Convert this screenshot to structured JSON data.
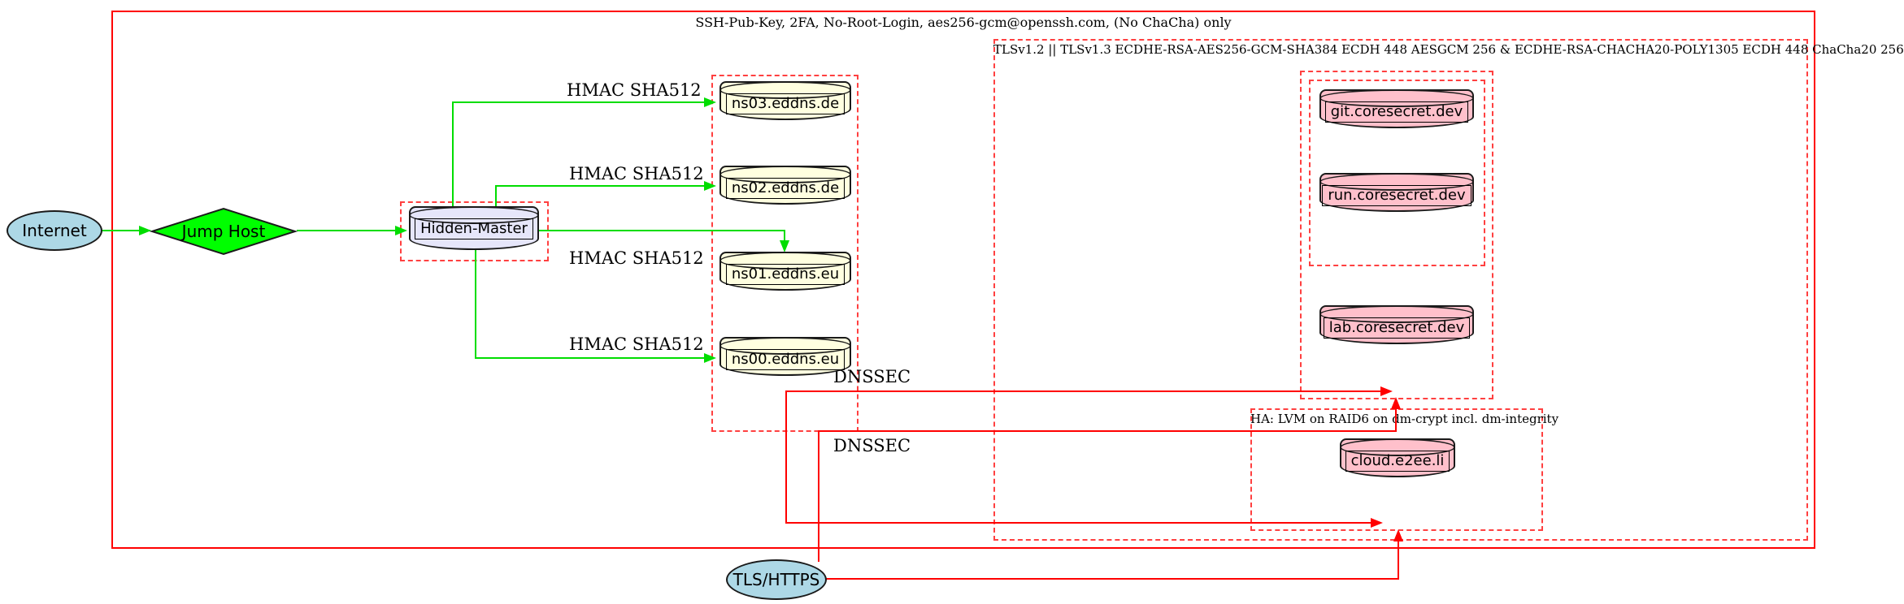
{
  "diagram": {
    "clusters": {
      "ssh": {
        "label": "SSH-Pub-Key, 2FA, No-Root-Login, aes256-gcm@openssh.com, (No ChaCha) only"
      },
      "tls": {
        "label": "TLSv1.2 || TLSv1.3 ECDHE-RSA-AES256-GCM-SHA384 ECDH 448 AESGCM 256 & ECDHE-RSA-CHACHA20-POLY1305 ECDH 448 ChaCha20 256"
      },
      "ha": {
        "label": "HA: LVM on RAID6 on dm-crypt incl. dm-integrity"
      }
    },
    "nodes": {
      "internet": {
        "label": "Internet",
        "fill": "#add8e6"
      },
      "jump_host": {
        "label": "Jump Host",
        "fill": "#00ff00"
      },
      "hidden_master": {
        "label": "Hidden-Master",
        "fill": "#e6e6fa"
      },
      "ns03": {
        "label": "ns03.eddns.de",
        "fill": "#ffffe0"
      },
      "ns02": {
        "label": "ns02.eddns.de",
        "fill": "#ffffe0"
      },
      "ns01": {
        "label": "ns01.eddns.eu",
        "fill": "#ffffe0"
      },
      "ns00": {
        "label": "ns00.eddns.eu",
        "fill": "#ffffe0"
      },
      "git": {
        "label": "git.coresecret.dev",
        "fill": "#ffc0cb"
      },
      "run": {
        "label": "run.coresecret.dev",
        "fill": "#ffc0cb"
      },
      "lab": {
        "label": "lab.coresecret.dev",
        "fill": "#ffc0cb"
      },
      "cloud": {
        "label": "cloud.e2ee.li",
        "fill": "#ffc0cb"
      },
      "tls_https": {
        "label": "TLS/HTTPS",
        "fill": "#add8e6"
      }
    },
    "edge_labels": {
      "hmac_ns03": "HMAC SHA512",
      "hmac_ns02": "HMAC SHA512",
      "hmac_ns01": "HMAC SHA512",
      "hmac_ns00": "HMAC SHA512",
      "dnssec_1": "DNSSEC",
      "dnssec_2": "DNSSEC"
    },
    "colors": {
      "edge_secure_shell": "#00dd00",
      "edge_dnssec_tls": "#ff0000",
      "cluster_border": "#ff0000",
      "node_border": "#1a1a1a"
    }
  }
}
